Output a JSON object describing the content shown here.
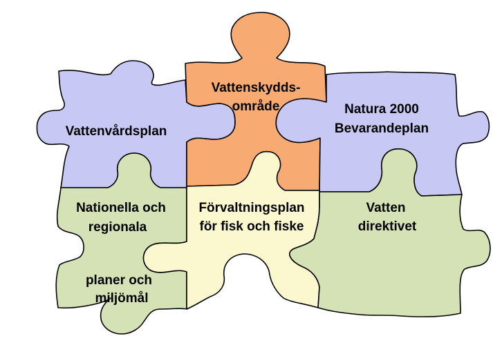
{
  "colors": {
    "lavender": "#c8c8f4",
    "orange": "#f7ab72",
    "green": "#d5e2b5",
    "cream": "#fbf8cf"
  },
  "pieces": {
    "vattenvardsplan": {
      "label": "Vattenvårdsplan",
      "color": "#c8c8f4"
    },
    "vattenskyddsomrade": {
      "line1": "Vattenskydds-",
      "line2": "område",
      "color": "#f7ab72"
    },
    "natura2000": {
      "line1": "Natura 2000",
      "line2": "Bevarandeplan",
      "color": "#c8c8f4"
    },
    "nationella": {
      "line1": "Nationella och",
      "line2": "regionala",
      "line3": "planer och",
      "line4": "miljömål",
      "color": "#d5e2b5"
    },
    "forvaltningsplan": {
      "line1": "Förvaltningsplan",
      "line2": "för fisk och fiske",
      "color": "#fbf8cf"
    },
    "vattendirektivet": {
      "line1": "Vatten",
      "line2": "direktivet",
      "color": "#d5e2b5"
    }
  }
}
